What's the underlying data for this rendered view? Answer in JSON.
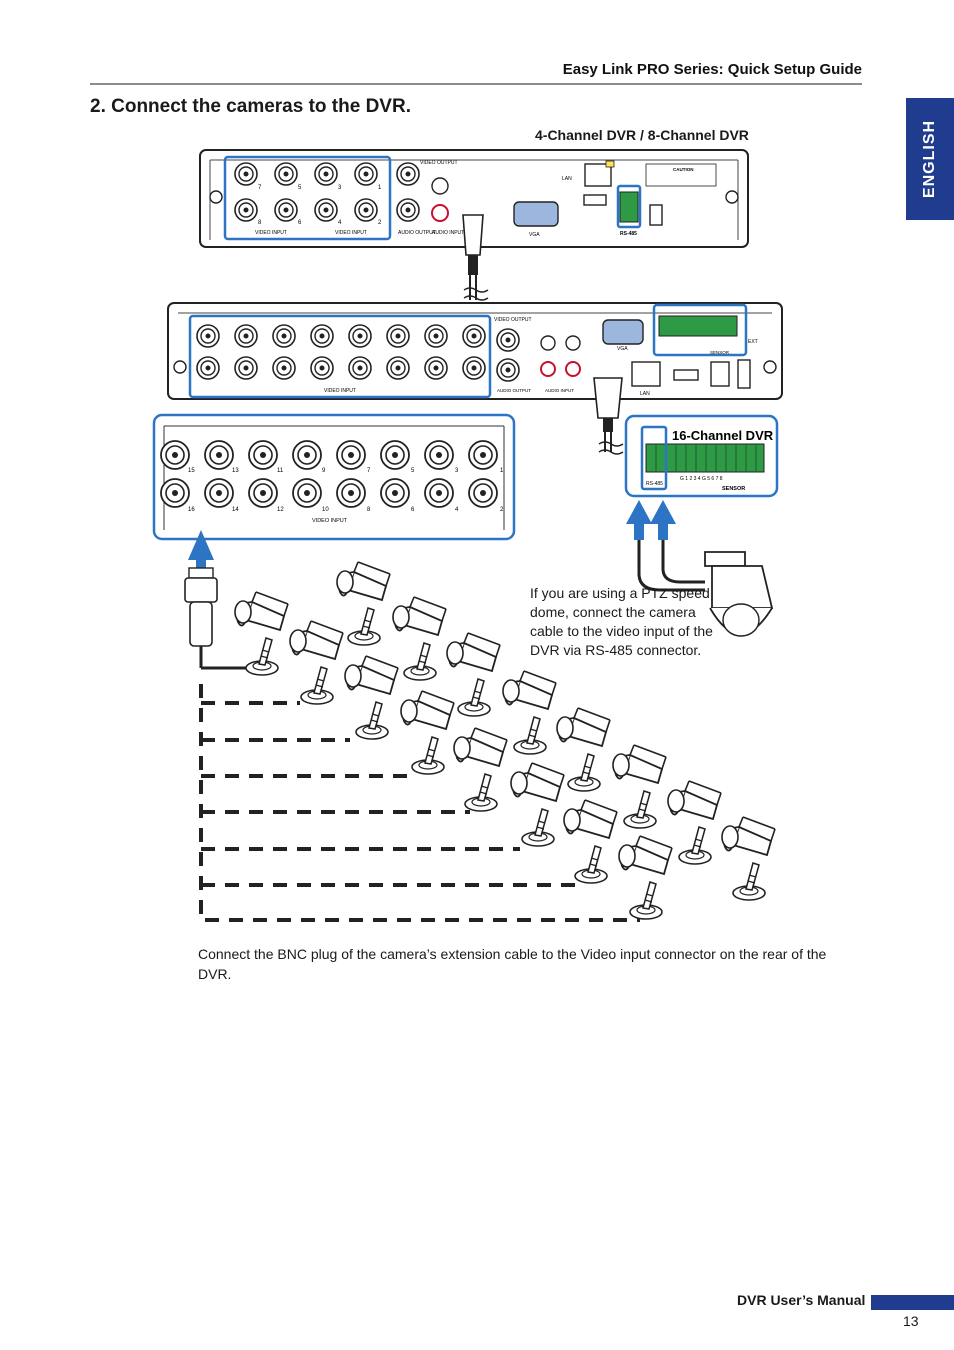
{
  "header": {
    "guide_title": "Easy Link PRO Series: Quick Setup Guide",
    "language_tab": "ENGLISH"
  },
  "section": {
    "title": "2. Connect the cameras to the DVR."
  },
  "diagram": {
    "dvr_small_label": "4-Channel DVR / 8-Channel DVR",
    "dvr_16_label": "16-Channel DVR",
    "video_input": "VIDEO INPUT",
    "video_output": "VIDEO OUTPUT",
    "audio_output": "AUDIO OUTPUT",
    "audio_input": "AUDIO INPUT",
    "vga": "VGA",
    "lan": "LAN",
    "rs485": "RS-485",
    "sensor": "SENSOR",
    "caution": "CAUTION",
    "ext": "EXT",
    "sensor_pins": "G 1 2 3 4 G 5 6 7 8",
    "channels_odd": [
      "15",
      "13",
      "11",
      "9",
      "7",
      "5",
      "3",
      "1"
    ],
    "channels_even": [
      "16",
      "14",
      "12",
      "10",
      "8",
      "6",
      "4",
      "2"
    ],
    "channels_small_odd": [
      "7",
      "5",
      "3",
      "1"
    ],
    "channels_small_even": [
      "8",
      "6",
      "4",
      "2"
    ]
  },
  "ptz_note": "If you are using a PTZ speed dome, connect the camera cable to the video input of the DVR via RS-485 connector.",
  "caption": "Connect the BNC plug of the camera’s extension cable to the Video input connector on the rear of the DVR.",
  "footer": {
    "manual_title": "DVR User’s Manual",
    "page_number": "13"
  },
  "colors": {
    "accent_blue": "#1f3c8e",
    "highlight_blue": "#2d74c4",
    "terminal_green": "#2f9a45"
  }
}
